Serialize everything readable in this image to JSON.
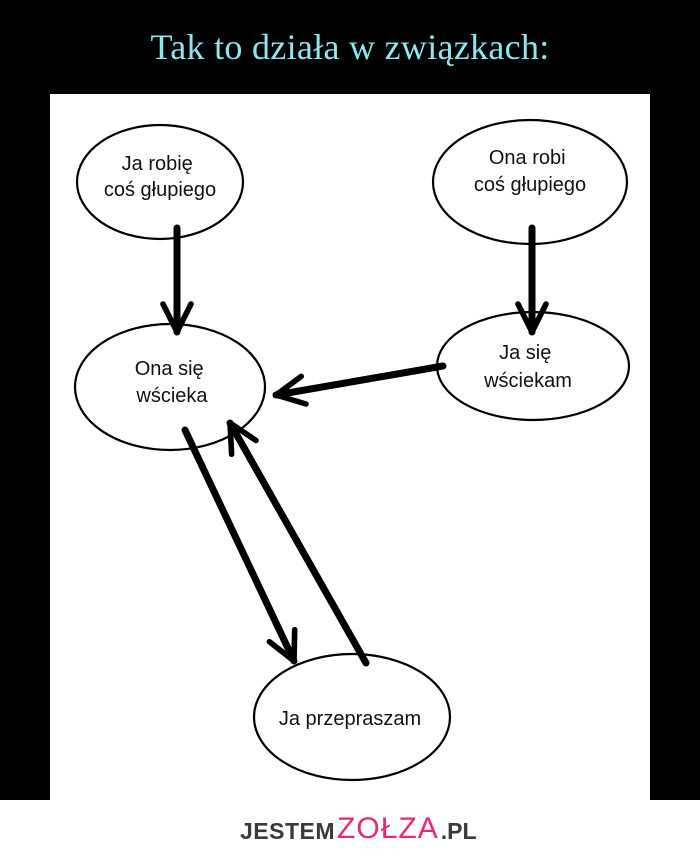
{
  "title": "Tak to działa w związkach:",
  "nodes": {
    "ja_robie": [
      "Ja robię",
      "coś głupiego"
    ],
    "ona_robi": [
      "Ona robi",
      "coś głupiego"
    ],
    "ona_sie_wscieka": [
      "Ona się",
      "wścieka"
    ],
    "ja_sie_wsciekam": [
      "Ja się",
      "wściekam"
    ],
    "ja_przepraszam": [
      "Ja przepraszam"
    ]
  },
  "edges": [
    {
      "from": "ja_robie",
      "to": "ona_sie_wscieka"
    },
    {
      "from": "ona_robi",
      "to": "ja_sie_wsciekam"
    },
    {
      "from": "ja_sie_wsciekam",
      "to": "ona_sie_wscieka"
    },
    {
      "from": "ona_sie_wscieka",
      "to": "ja_przepraszam"
    },
    {
      "from": "ja_przepraszam",
      "to": "ona_sie_wscieka"
    }
  ],
  "watermark": {
    "part1": "JESTEM",
    "part2": "ZOŁZA",
    "part3": ".PL",
    "accent_color": "#e8267c"
  },
  "colors": {
    "background": "#000000",
    "title": "#8ee6ee",
    "panel": "#ffffff"
  }
}
